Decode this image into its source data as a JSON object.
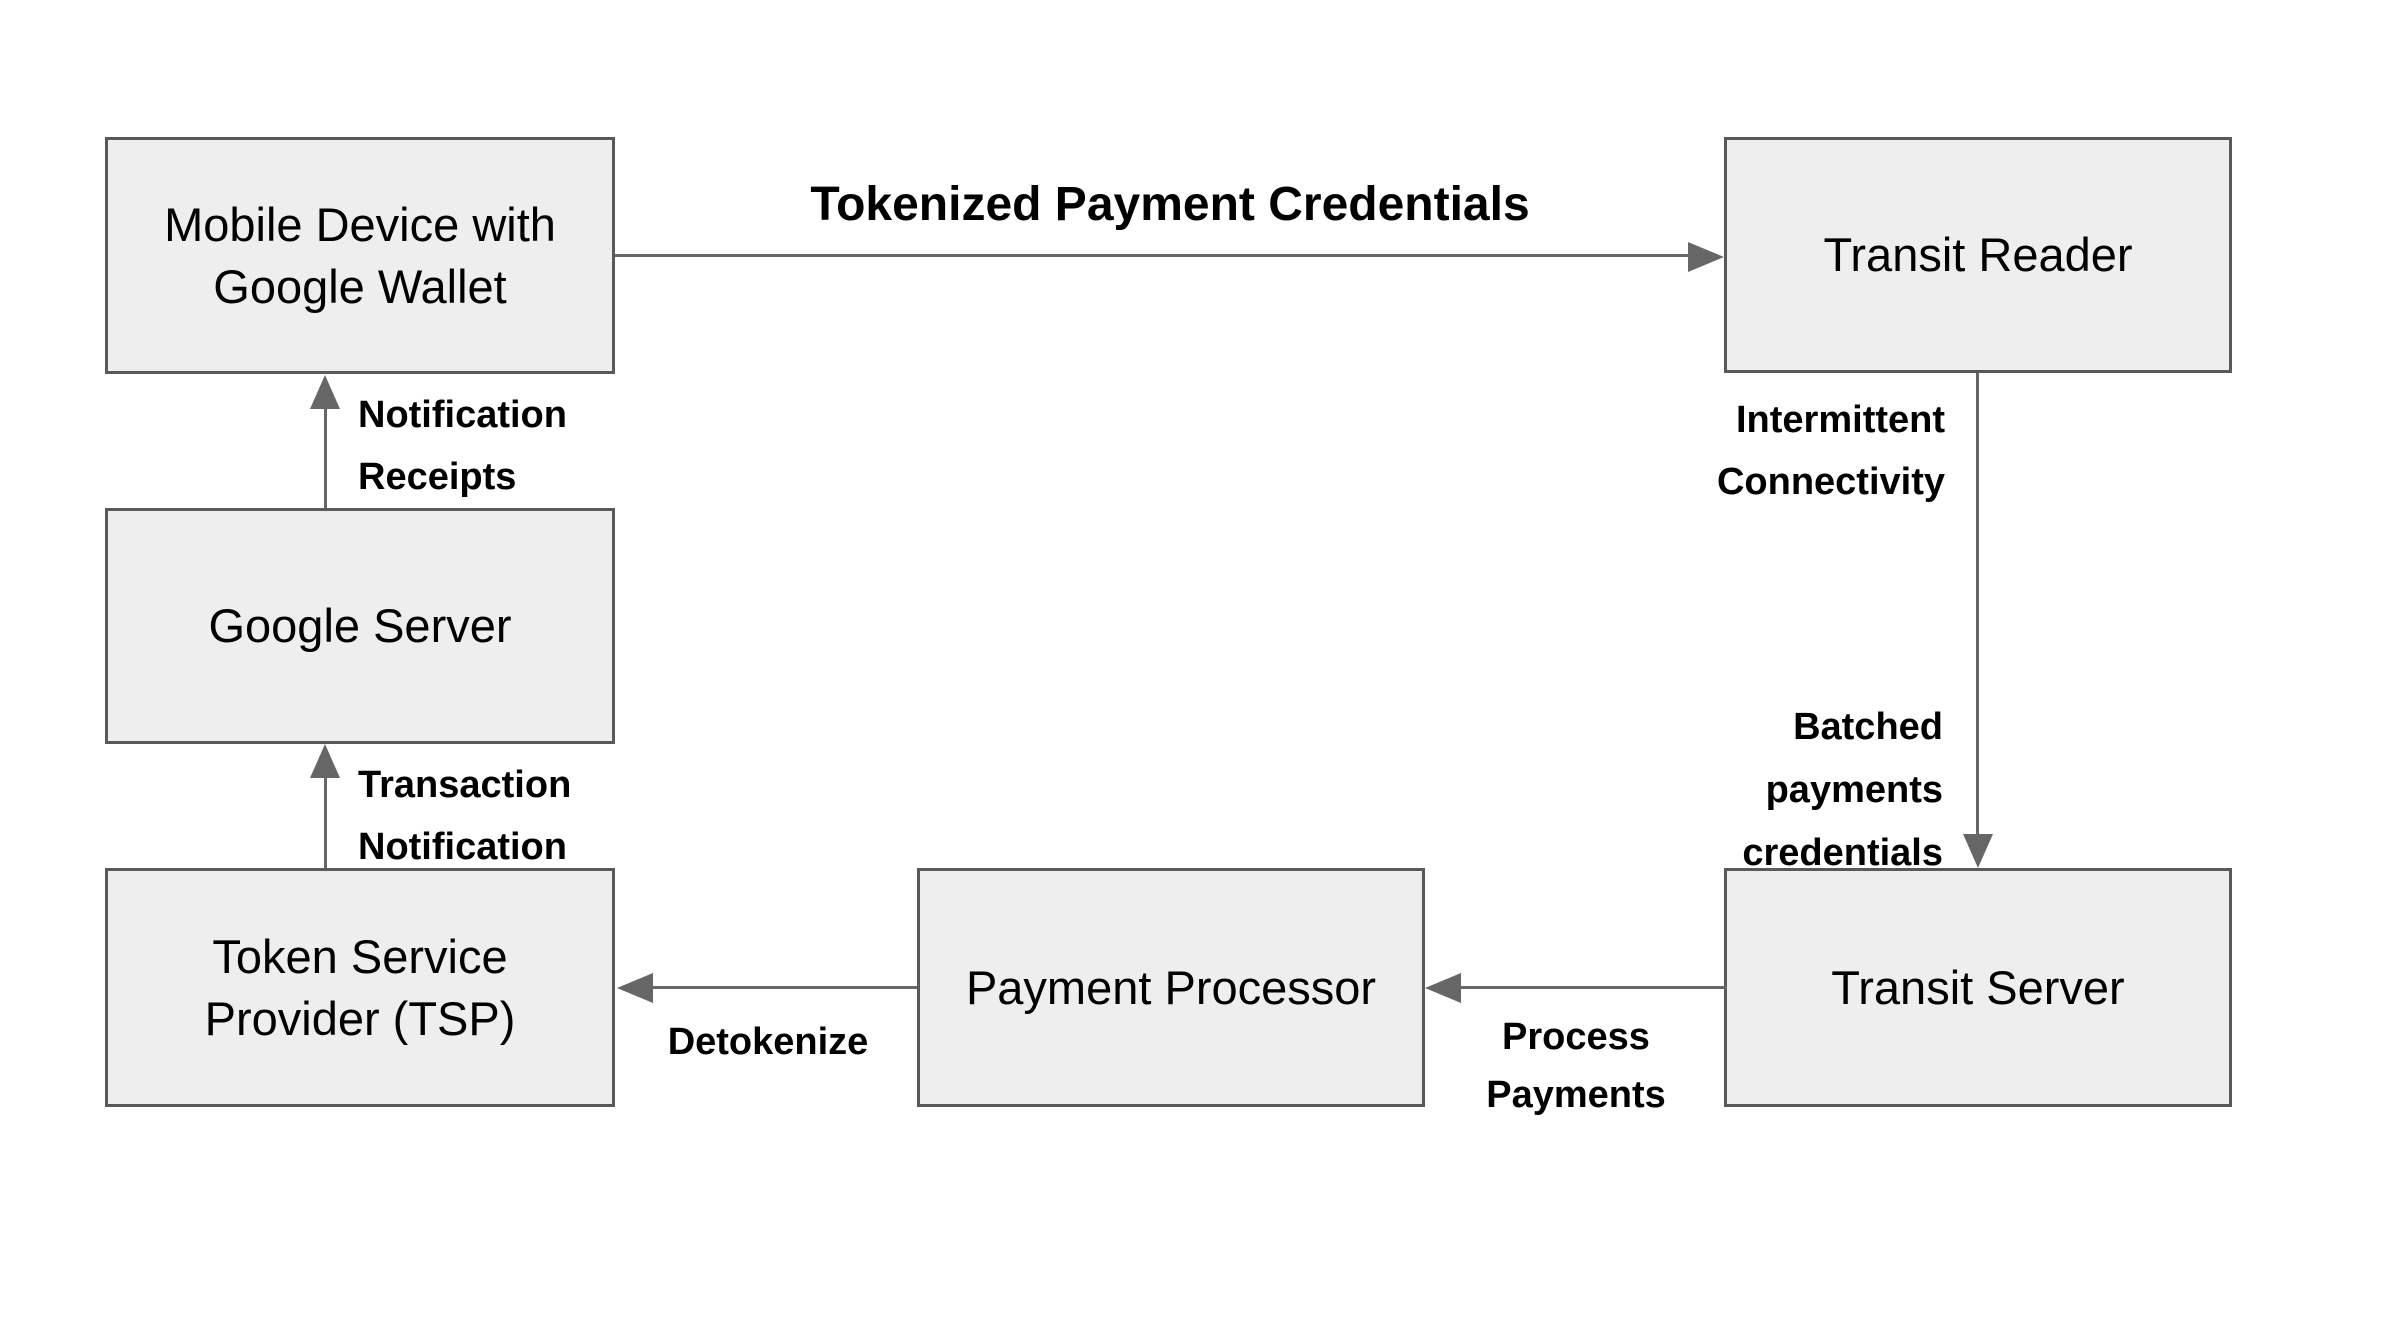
{
  "colors": {
    "background": "#ffffff",
    "node_fill": "#eeeeee",
    "node_border": "#595959",
    "arrow": "#666666",
    "text": "#000000"
  },
  "nodes": {
    "mobile_device": {
      "label": "Mobile Device with\nGoogle Wallet"
    },
    "transit_reader": {
      "label": "Transit Reader"
    },
    "google_server": {
      "label": "Google Server"
    },
    "token_service_provider": {
      "label": "Token Service\nProvider (TSP)"
    },
    "payment_processor": {
      "label": "Payment Processor"
    },
    "transit_server": {
      "label": "Transit Server"
    }
  },
  "edges": {
    "tokenized_payment_credentials": {
      "label": "Tokenized Payment Credentials",
      "from": "mobile_device",
      "to": "transit_reader",
      "direction": "right"
    },
    "notification_receipts": {
      "label": "Notification\nReceipts",
      "from": "google_server",
      "to": "mobile_device",
      "direction": "up"
    },
    "transaction_notification": {
      "label": "Transaction\nNotification",
      "from": "token_service_provider",
      "to": "google_server",
      "direction": "up"
    },
    "intermittent_connectivity": {
      "label": "Intermittent\nConnectivity",
      "from": "transit_reader",
      "to": "transit_server",
      "direction": "down"
    },
    "batched_payments_credentials": {
      "label": "Batched\npayments\ncredentials",
      "from": "transit_reader",
      "to": "transit_server",
      "direction": "down"
    },
    "process_payments": {
      "label": "Process\nPayments",
      "from": "transit_server",
      "to": "payment_processor",
      "direction": "left"
    },
    "detokenize": {
      "label": "Detokenize",
      "from": "payment_processor",
      "to": "token_service_provider",
      "direction": "left"
    }
  }
}
